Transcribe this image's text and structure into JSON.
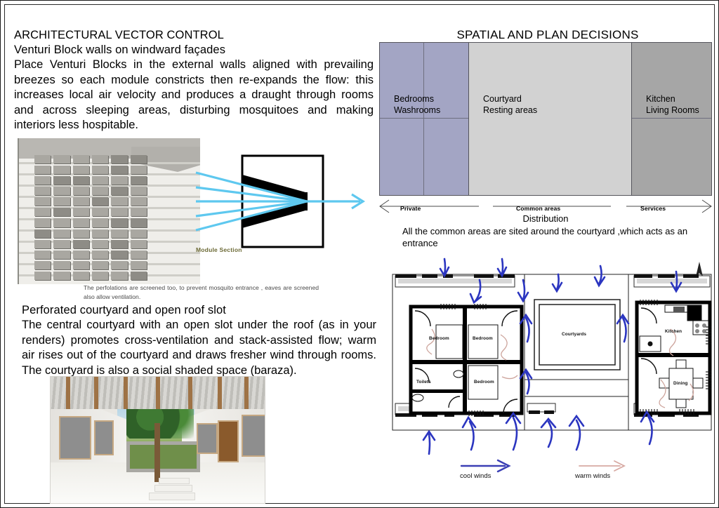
{
  "board": {
    "left_panel": {
      "title": "ARCHITECTURAL VECTOR CONTROL",
      "subtitle": "Venturi Block walls on windward façades",
      "paragraph": "Place Venturi Blocks in the external walls aligned with prevailing breezes so each module constricts then re-expands the flow: this increases local air velocity and produces a draught through rooms and across sleeping areas, disturbing mosquitoes and making interiors less hospitable.",
      "module_section_label": "Module Section",
      "perforation_caption": "The perfolations are screened too, to prevent mosquito entrance , eaves are screened also allow ventilation.",
      "subtitle2": "Perforated courtyard and open roof slot",
      "paragraph2": "The central courtyard with an open slot under the roof (as in your renders) promotes cross-ventilation and stack-assisted flow; warm air rises out of the courtyard and draws fresher wind through rooms. The courtyard is also a social shaded space (baraza)."
    },
    "right_panel": {
      "spatial_title": "SPATIAL AND PLAN DECISIONS",
      "zones": [
        {
          "name": "private",
          "label": "Bedrooms\nWashrooms",
          "color": "#a3a5c4"
        },
        {
          "name": "common",
          "label": "Courtyard\nResting areas",
          "color": "#d2d2d2"
        },
        {
          "name": "services",
          "label": "Kitchen\nLiving Rooms",
          "color": "#a6a6a6"
        }
      ],
      "dimension_labels": [
        "Private",
        "Common areas",
        "Services"
      ],
      "distribution_title": "Distribution",
      "distribution_note": "All the common areas are sited around the courtyard ,which acts as an entrance",
      "floorplan": {
        "rooms": [
          "Bedroom",
          "Bedroom",
          "Bedroom",
          "Toilets",
          "Courtyards",
          "Kitchen",
          "Dining"
        ],
        "north_label": "⌃"
      },
      "legend": [
        {
          "label": "cool winds",
          "color": "#3b3fb5"
        },
        {
          "label": "warm winds",
          "color": "#d7a9a2"
        }
      ]
    }
  }
}
